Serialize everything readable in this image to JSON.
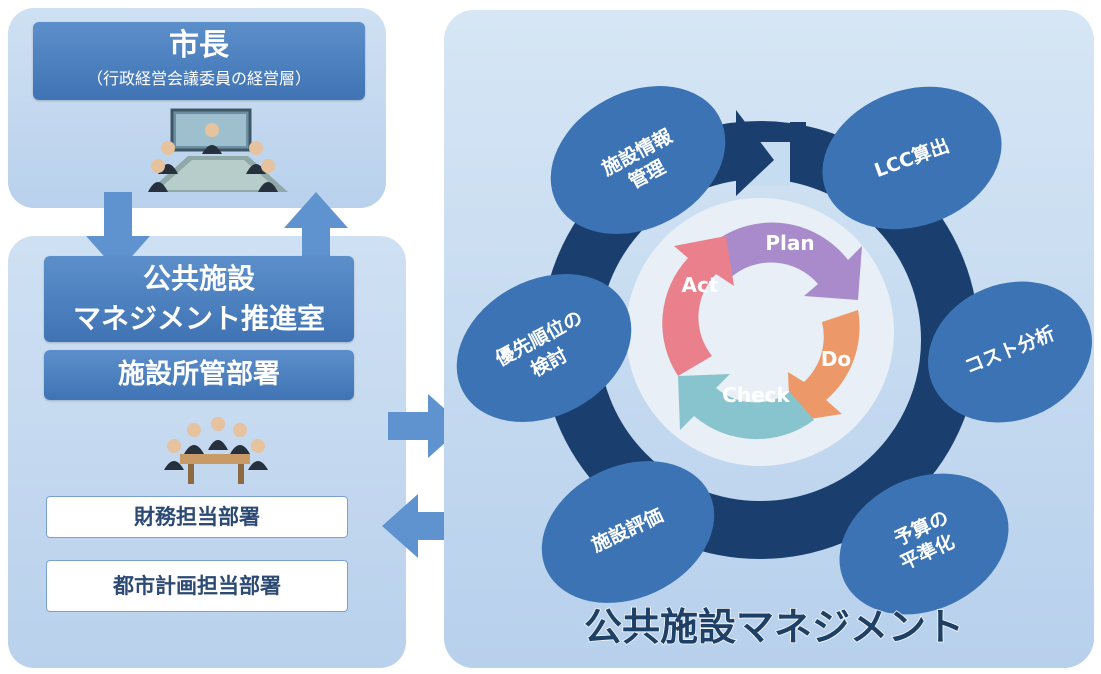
{
  "mayor": {
    "title": "市長",
    "subtitle": "（行政経営会議委員の経営層）"
  },
  "office": {
    "line1": "公共施設",
    "line2": "マネジメント推進室"
  },
  "facility_dept": "施設所管部署",
  "finance_dept": "財務担当部署",
  "urban_dept": "都市計画担当部署",
  "cycle": {
    "info": [
      "施設情報",
      "管理"
    ],
    "lcc": "LCC算出",
    "cost": "コスト分析",
    "budget": [
      "予算の",
      "平準化"
    ],
    "eval": "施設評価",
    "priority": [
      "優先順位の",
      "検討"
    ]
  },
  "pdca": {
    "plan": "Plan",
    "do": "Do",
    "check": "Check",
    "act": "Act"
  },
  "main_title": "公共施設マネジメント",
  "colors": {
    "panel": "#c4d9ef",
    "box_blue": "#4a7fc0",
    "ellipse": "#3b73b5",
    "ring": "#1a3f6e",
    "plan": "#a98acb",
    "do": "#ec9868",
    "check": "#87c4cd",
    "act": "#e9808c"
  }
}
